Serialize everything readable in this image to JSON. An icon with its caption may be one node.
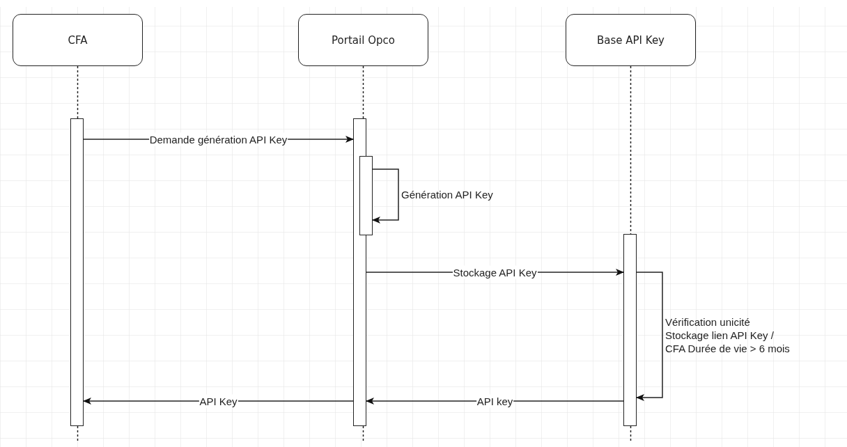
{
  "diagram": {
    "nodes": [
      {
        "text": [
          "CFA"
        ]
      },
      {
        "text": [
          "Portail Opco"
        ]
      },
      {
        "text": [
          "Base API Key"
        ]
      },
      {
        "text": [],
        "shape": "bar"
      },
      {
        "text": [],
        "shape": "bar"
      },
      {
        "text": [],
        "shape": "bar"
      },
      {
        "text": [],
        "shape": "bar"
      }
    ],
    "edges": [
      {
        "from": 0,
        "to": 3,
        "arrow": "none",
        "style": "dashed"
      },
      {
        "from": 1,
        "to": 4,
        "arrow": "none",
        "style": "dashed"
      },
      {
        "from": 2,
        "to": 6,
        "arrow": "none",
        "style": "dashed"
      },
      {
        "from": 3,
        "to": 4,
        "arrow": "to",
        "label": "Demande génération API Key"
      },
      {
        "from": 5,
        "to": 5,
        "arrow": "to",
        "label": "Génération API Key"
      },
      {
        "from": 4,
        "to": 6,
        "arrow": "to",
        "label": "Stockage API Key"
      },
      {
        "from": 6,
        "to": 6,
        "arrow": "to",
        "label": "Vérification unicité Stockage lien API Key / CFA Durée de vie > 6 mois"
      },
      {
        "from": 6,
        "to": 4,
        "arrow": "to",
        "label": "API key"
      },
      {
        "from": 4,
        "to": 3,
        "arrow": "to",
        "label": "API Key"
      }
    ]
  }
}
